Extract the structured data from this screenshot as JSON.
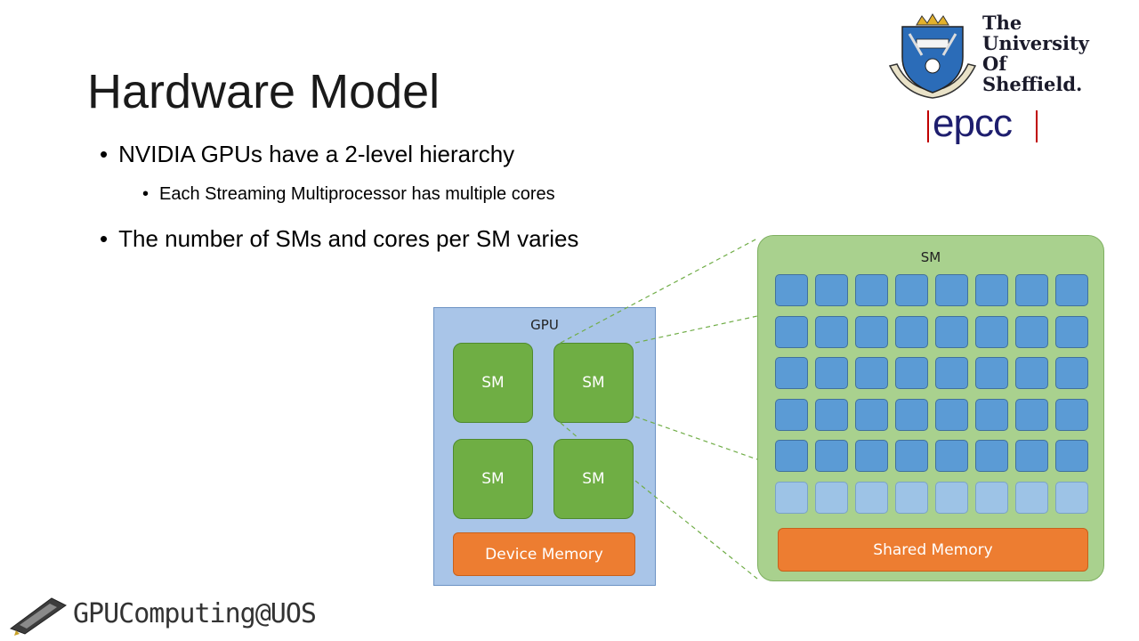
{
  "slide": {
    "title": "Hardware Model",
    "bullets": [
      {
        "text": "NVIDIA GPUs have a 2-level hierarchy",
        "level": 1
      },
      {
        "text": "Each Streaming Multiprocessor has multiple cores",
        "level": 2
      },
      {
        "text": "The number of SMs and cores per SM varies",
        "level": 1
      }
    ]
  },
  "logos": {
    "university": {
      "line1": "The",
      "line2": "University",
      "line3": "Of",
      "line4": "Sheffield.",
      "icon": "university-crest-icon"
    },
    "epcc": {
      "text": "epcc",
      "icon": "epcc-logo-icon"
    },
    "brand": {
      "text": "GPUComputing@UOS",
      "icon": "gpu-card-icon"
    }
  },
  "diagram": {
    "gpu": {
      "label": "GPU",
      "sms": [
        "SM",
        "SM",
        "SM",
        "SM"
      ],
      "memory_label": "Device Memory"
    },
    "sm_detail": {
      "label": "SM",
      "memory_label": "Shared Memory",
      "core_rows": 6,
      "core_cols": 8,
      "light_rows": 1
    },
    "colors": {
      "gpu_fill": "#a9c5e8",
      "sm_fill": "#6fae44",
      "sm_detail_fill": "#a9d18e",
      "core_fill": "#5b9bd5",
      "core_light_fill": "#9dc3e6",
      "memory_fill": "#ed7d31",
      "connector": "#70ad47"
    }
  }
}
